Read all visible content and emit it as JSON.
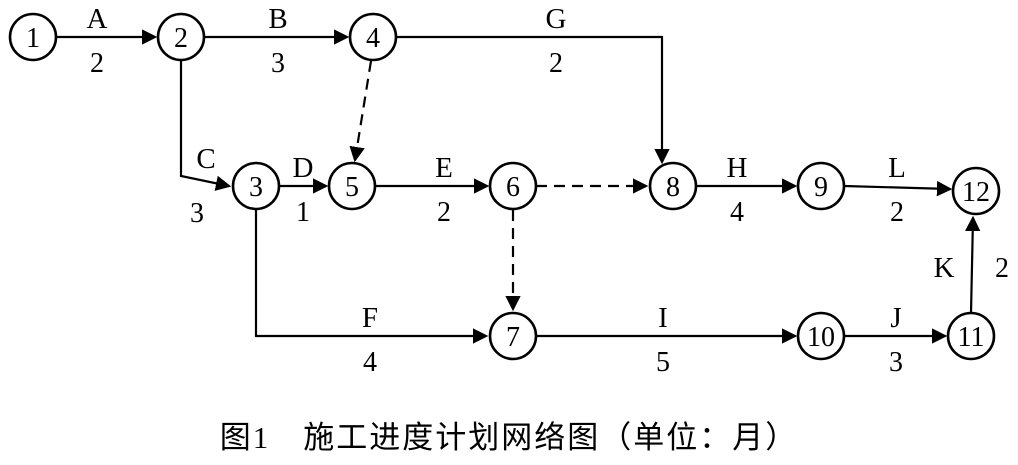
{
  "caption": "图1　施工进度计划网络图（单位：月）",
  "nodes": {
    "n1": "1",
    "n2": "2",
    "n3": "3",
    "n4": "4",
    "n5": "5",
    "n6": "6",
    "n7": "7",
    "n8": "8",
    "n9": "9",
    "n10": "10",
    "n11": "11",
    "n12": "12"
  },
  "activities": {
    "A": {
      "label": "A",
      "duration": "2",
      "from": "1",
      "to": "2"
    },
    "B": {
      "label": "B",
      "duration": "3",
      "from": "2",
      "to": "4"
    },
    "C": {
      "label": "C",
      "duration": "3",
      "from": "2",
      "to": "3"
    },
    "D": {
      "label": "D",
      "duration": "1",
      "from": "3",
      "to": "5"
    },
    "E": {
      "label": "E",
      "duration": "2",
      "from": "5",
      "to": "6"
    },
    "F": {
      "label": "F",
      "duration": "4",
      "from": "3",
      "to": "7"
    },
    "G": {
      "label": "G",
      "duration": "2",
      "from": "4",
      "to": "8"
    },
    "H": {
      "label": "H",
      "duration": "4",
      "from": "8",
      "to": "9"
    },
    "I": {
      "label": "I",
      "duration": "5",
      "from": "7",
      "to": "10"
    },
    "J": {
      "label": "J",
      "duration": "3",
      "from": "10",
      "to": "11"
    },
    "K": {
      "label": "K",
      "duration": "2",
      "from": "11",
      "to": "12"
    },
    "L": {
      "label": "L",
      "duration": "2",
      "from": "9",
      "to": "12"
    }
  },
  "dummy_links": [
    {
      "from": "4",
      "to": "5"
    },
    {
      "from": "6",
      "to": "8"
    },
    {
      "from": "6",
      "to": "7"
    }
  ]
}
